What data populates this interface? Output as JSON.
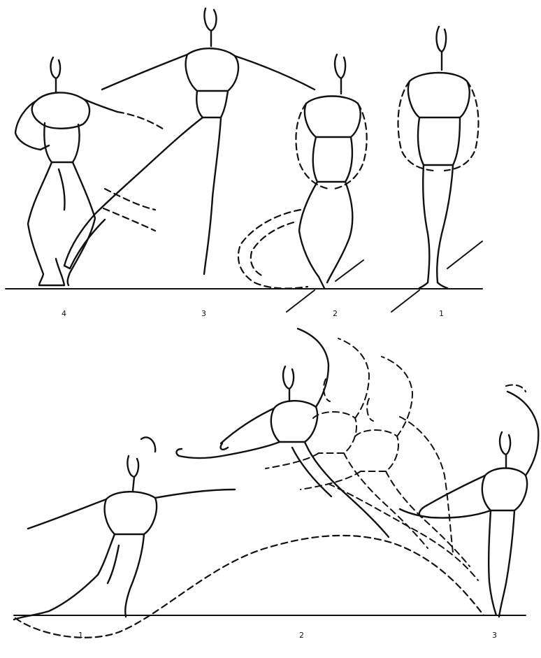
{
  "top_sequence": {
    "labels": [
      "4",
      "3",
      "2",
      "1"
    ]
  },
  "bottom_sequence": {
    "labels": [
      "1",
      "2",
      "3"
    ]
  },
  "colors": {
    "ink": "#111111",
    "paper": "#ffffff"
  }
}
